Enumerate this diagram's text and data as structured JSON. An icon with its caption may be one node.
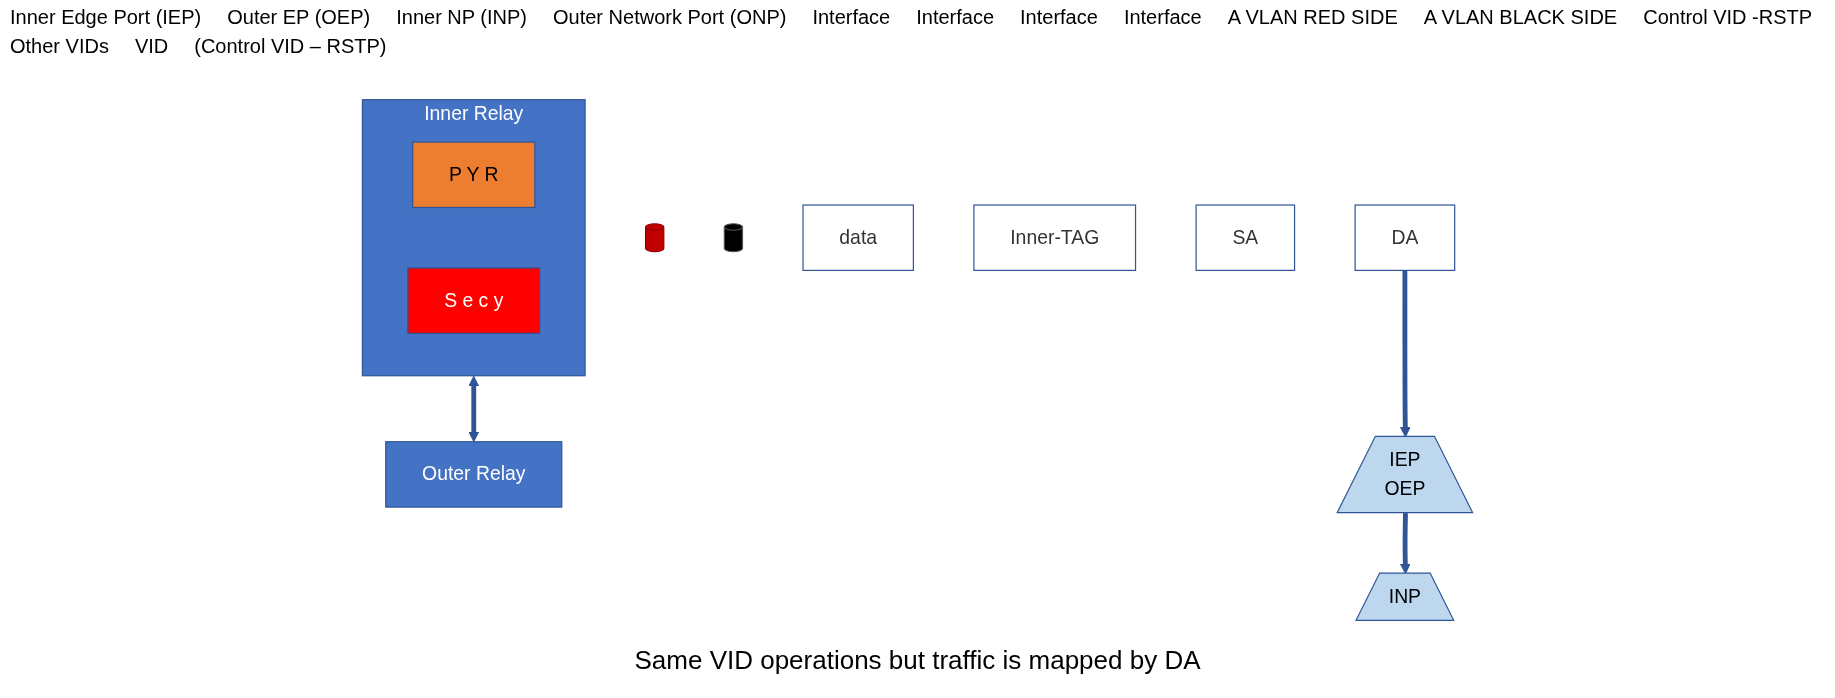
{
  "diagram": {
    "caption": "Same VID operations but traffic is mapped by DA",
    "nodes": [
      {
        "text": [],
        "shape": "cylinder"
      },
      {
        "text": [
          "Inner Relay"
        ]
      },
      {
        "text": [
          "P Y R"
        ],
        "in": 1
      },
      {
        "text": [
          "S e c y"
        ],
        "in": 1
      },
      {
        "text": [
          "Outer Relay"
        ]
      },
      {
        "text": [],
        "shape": "cylinder"
      },
      {
        "text": [
          "IEP",
          "OEP"
        ]
      },
      {
        "text": [
          "INP"
        ]
      },
      {
        "text": [
          "data"
        ]
      },
      {
        "text": [
          "Inner-TAG"
        ]
      },
      {
        "text": [
          "SA"
        ]
      },
      {
        "text": [
          "DA"
        ]
      }
    ],
    "edges": [
      {
        "from": 1,
        "to": 4,
        "arrow": "both"
      },
      {
        "from": 11,
        "to": 6,
        "arrow": "to"
      },
      {
        "from": 6,
        "to": 7,
        "arrow": "to"
      }
    ],
    "labels": [
      "Inner Edge Port (IEP)",
      "Outer EP (OEP)",
      "Inner NP (INP)",
      "Outer Network Port (ONP)",
      "Interface",
      "Interface",
      "Interface",
      "Interface",
      "A VLAN RED SIDE",
      "A VLAN BLACK SIDE",
      "Control VID -RSTP",
      "Other VIDs",
      "VID",
      "(Control VID – RSTP)"
    ]
  }
}
